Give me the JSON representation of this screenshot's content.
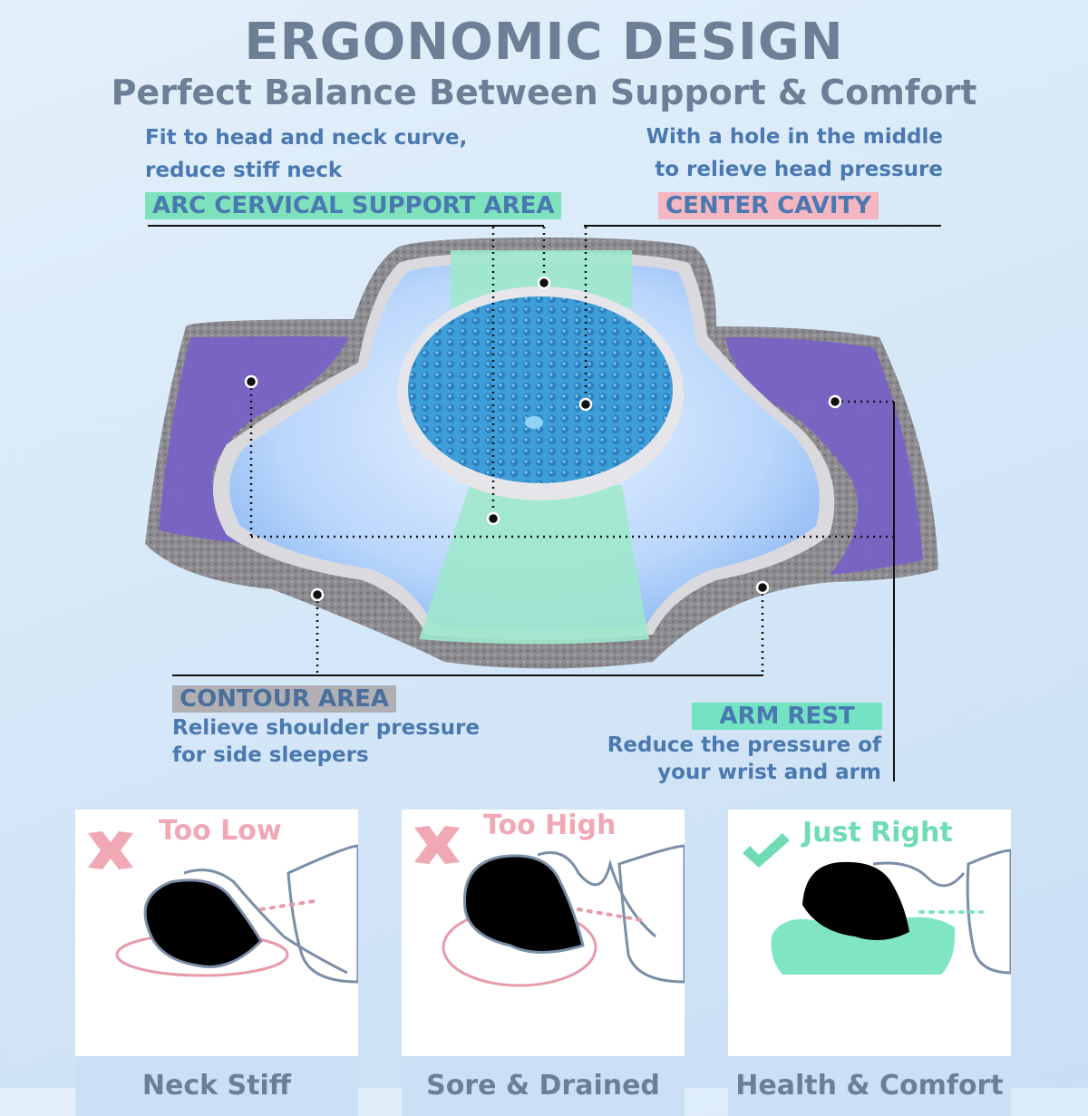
{
  "header": {
    "title": "ERGONOMIC DESIGN",
    "subtitle": "Perfect Balance Between Support & Comfort"
  },
  "callouts": {
    "arc": {
      "desc_line1": "Fit to head and neck curve,",
      "desc_line2": "reduce stiff neck",
      "label": "ARC CERVICAL SUPPORT AREA"
    },
    "cavity": {
      "desc_line1": "With a hole in the middle",
      "desc_line2": "to relieve head pressure",
      "label": "CENTER CAVITY"
    },
    "contour": {
      "label": "CONTOUR AREA",
      "desc_line1": "Relieve shoulder pressure",
      "desc_line2": "for side sleepers"
    },
    "armrest": {
      "label": "ARM REST",
      "desc_line1": "Reduce the pressure of",
      "desc_line2": "your wrist and arm"
    }
  },
  "comparisons": [
    {
      "verdict": "Too Low",
      "caption": "Neck Stiff",
      "mark": "x-mark-icon",
      "color": "#f0a8b4"
    },
    {
      "verdict": "Too High",
      "caption": "Sore & Drained",
      "mark": "x-mark-icon",
      "color": "#f0a8b4"
    },
    {
      "verdict": "Just Right",
      "caption": "Health & Comfort",
      "mark": "check-mark-icon",
      "color": "#6fdcb4"
    }
  ]
}
